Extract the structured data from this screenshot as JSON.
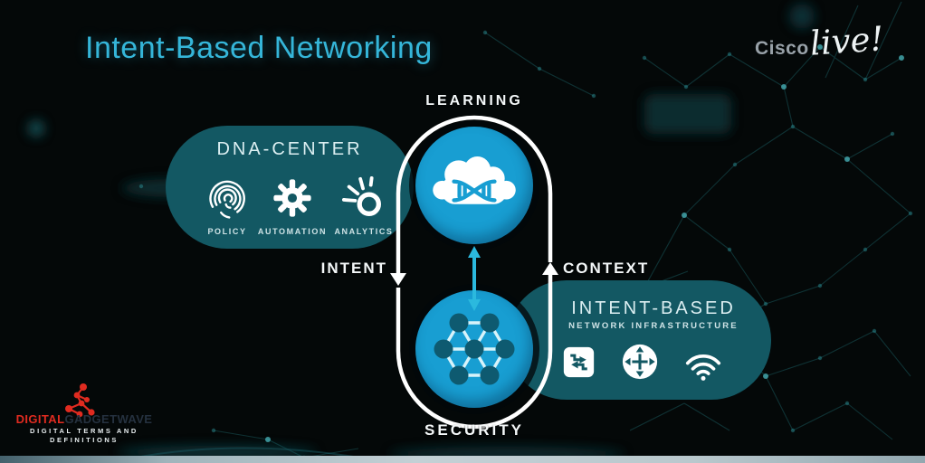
{
  "header": {
    "title": "Intent-Based Networking",
    "logo": {
      "cisco": "Cisco",
      "live": "live!"
    }
  },
  "diagram": {
    "learning_label": "LEARNING",
    "security_label": "SECURITY",
    "intent_label": "INTENT",
    "context_label": "CONTEXT",
    "dna_center": {
      "title": "DNA-CENTER",
      "items": [
        {
          "label": "POLICY",
          "icon": "fingerprint-icon"
        },
        {
          "label": "AUTOMATION",
          "icon": "gear-icon"
        },
        {
          "label": "ANALYTICS",
          "icon": "analytics-icon"
        }
      ]
    },
    "learning_node_icon": "cloud-dna-icon",
    "security_node_icon": "mesh-network-icon",
    "intent_based": {
      "title": "INTENT-BASED",
      "subtitle": "NETWORK INFRASTRUCTURE",
      "icons": [
        "switch-icon",
        "router-icon",
        "wifi-icon"
      ]
    }
  },
  "watermark": {
    "brand_red": "DIGITAL",
    "brand_gray": "GADGETWAVE",
    "tagline_line1": "DIGITAL TERMS AND",
    "tagline_line2": "DEFINITIONS"
  },
  "colors": {
    "accent_teal": "#35b6d9",
    "pill_teal": "#135863",
    "circle_blue": "#189ed2",
    "cyan_arrow": "#2bb9de",
    "brand_red": "#e02b20"
  }
}
